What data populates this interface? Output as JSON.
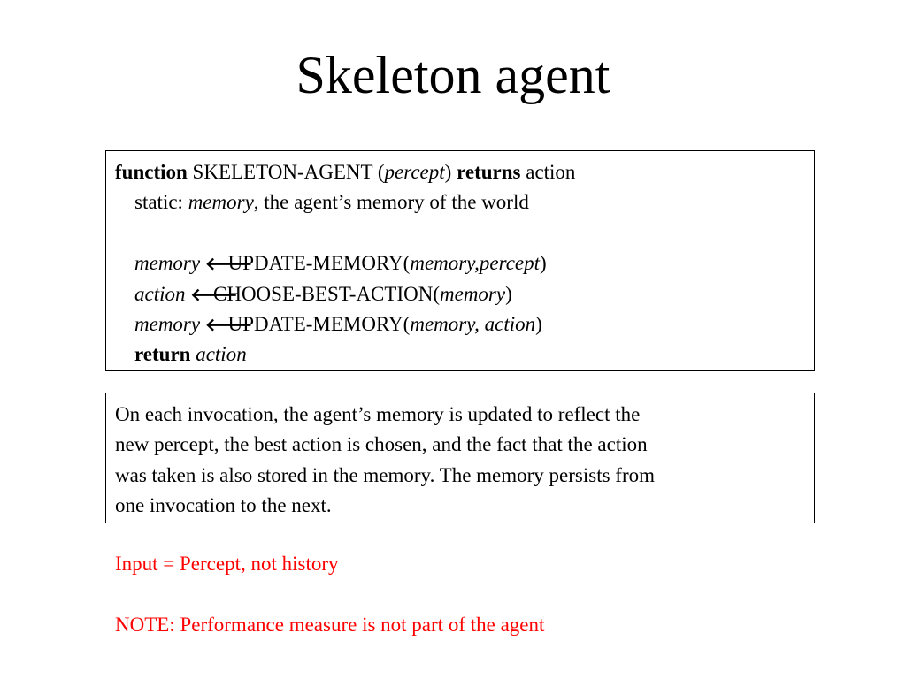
{
  "slide": {
    "title": "Skeleton agent"
  },
  "code": {
    "kw_function": "function",
    "func_name": "SKELETON-AGENT (",
    "param_percept": "percept",
    "close_paren": ")",
    "kw_returns": "returns",
    "return_type": "action",
    "static_label": "static: ",
    "memory_var": "memory",
    "static_desc": ", the agent’s memory of the world",
    "line1_var": "memory",
    "line1_call": "UPDATE-MEMORY(",
    "line1_args": "memory,percept",
    "line1_close": ")",
    "line2_var": "action",
    "line2_call": "CHOOSE-BEST-ACTION(",
    "line2_args": "memory",
    "line2_close": ")",
    "line3_var": "memory",
    "line3_call": "UPDATE-MEMORY(",
    "line3_args": "memory, action",
    "line3_close": ")",
    "kw_return": "return",
    "return_var": "action",
    "arrow_symbol": "🡐"
  },
  "description": {
    "lines": [
      "On each invocation, the agent’s memory is updated to reflect the",
      "new percept, the best action is chosen, and the fact that the action",
      "was taken is also stored in the memory.  The memory persists from",
      "one invocation to the next."
    ]
  },
  "notes": {
    "input_note": "Input = Percept, not history",
    "perf_note": "NOTE: Performance measure is not part of the agent",
    "color": "#ff0000"
  }
}
